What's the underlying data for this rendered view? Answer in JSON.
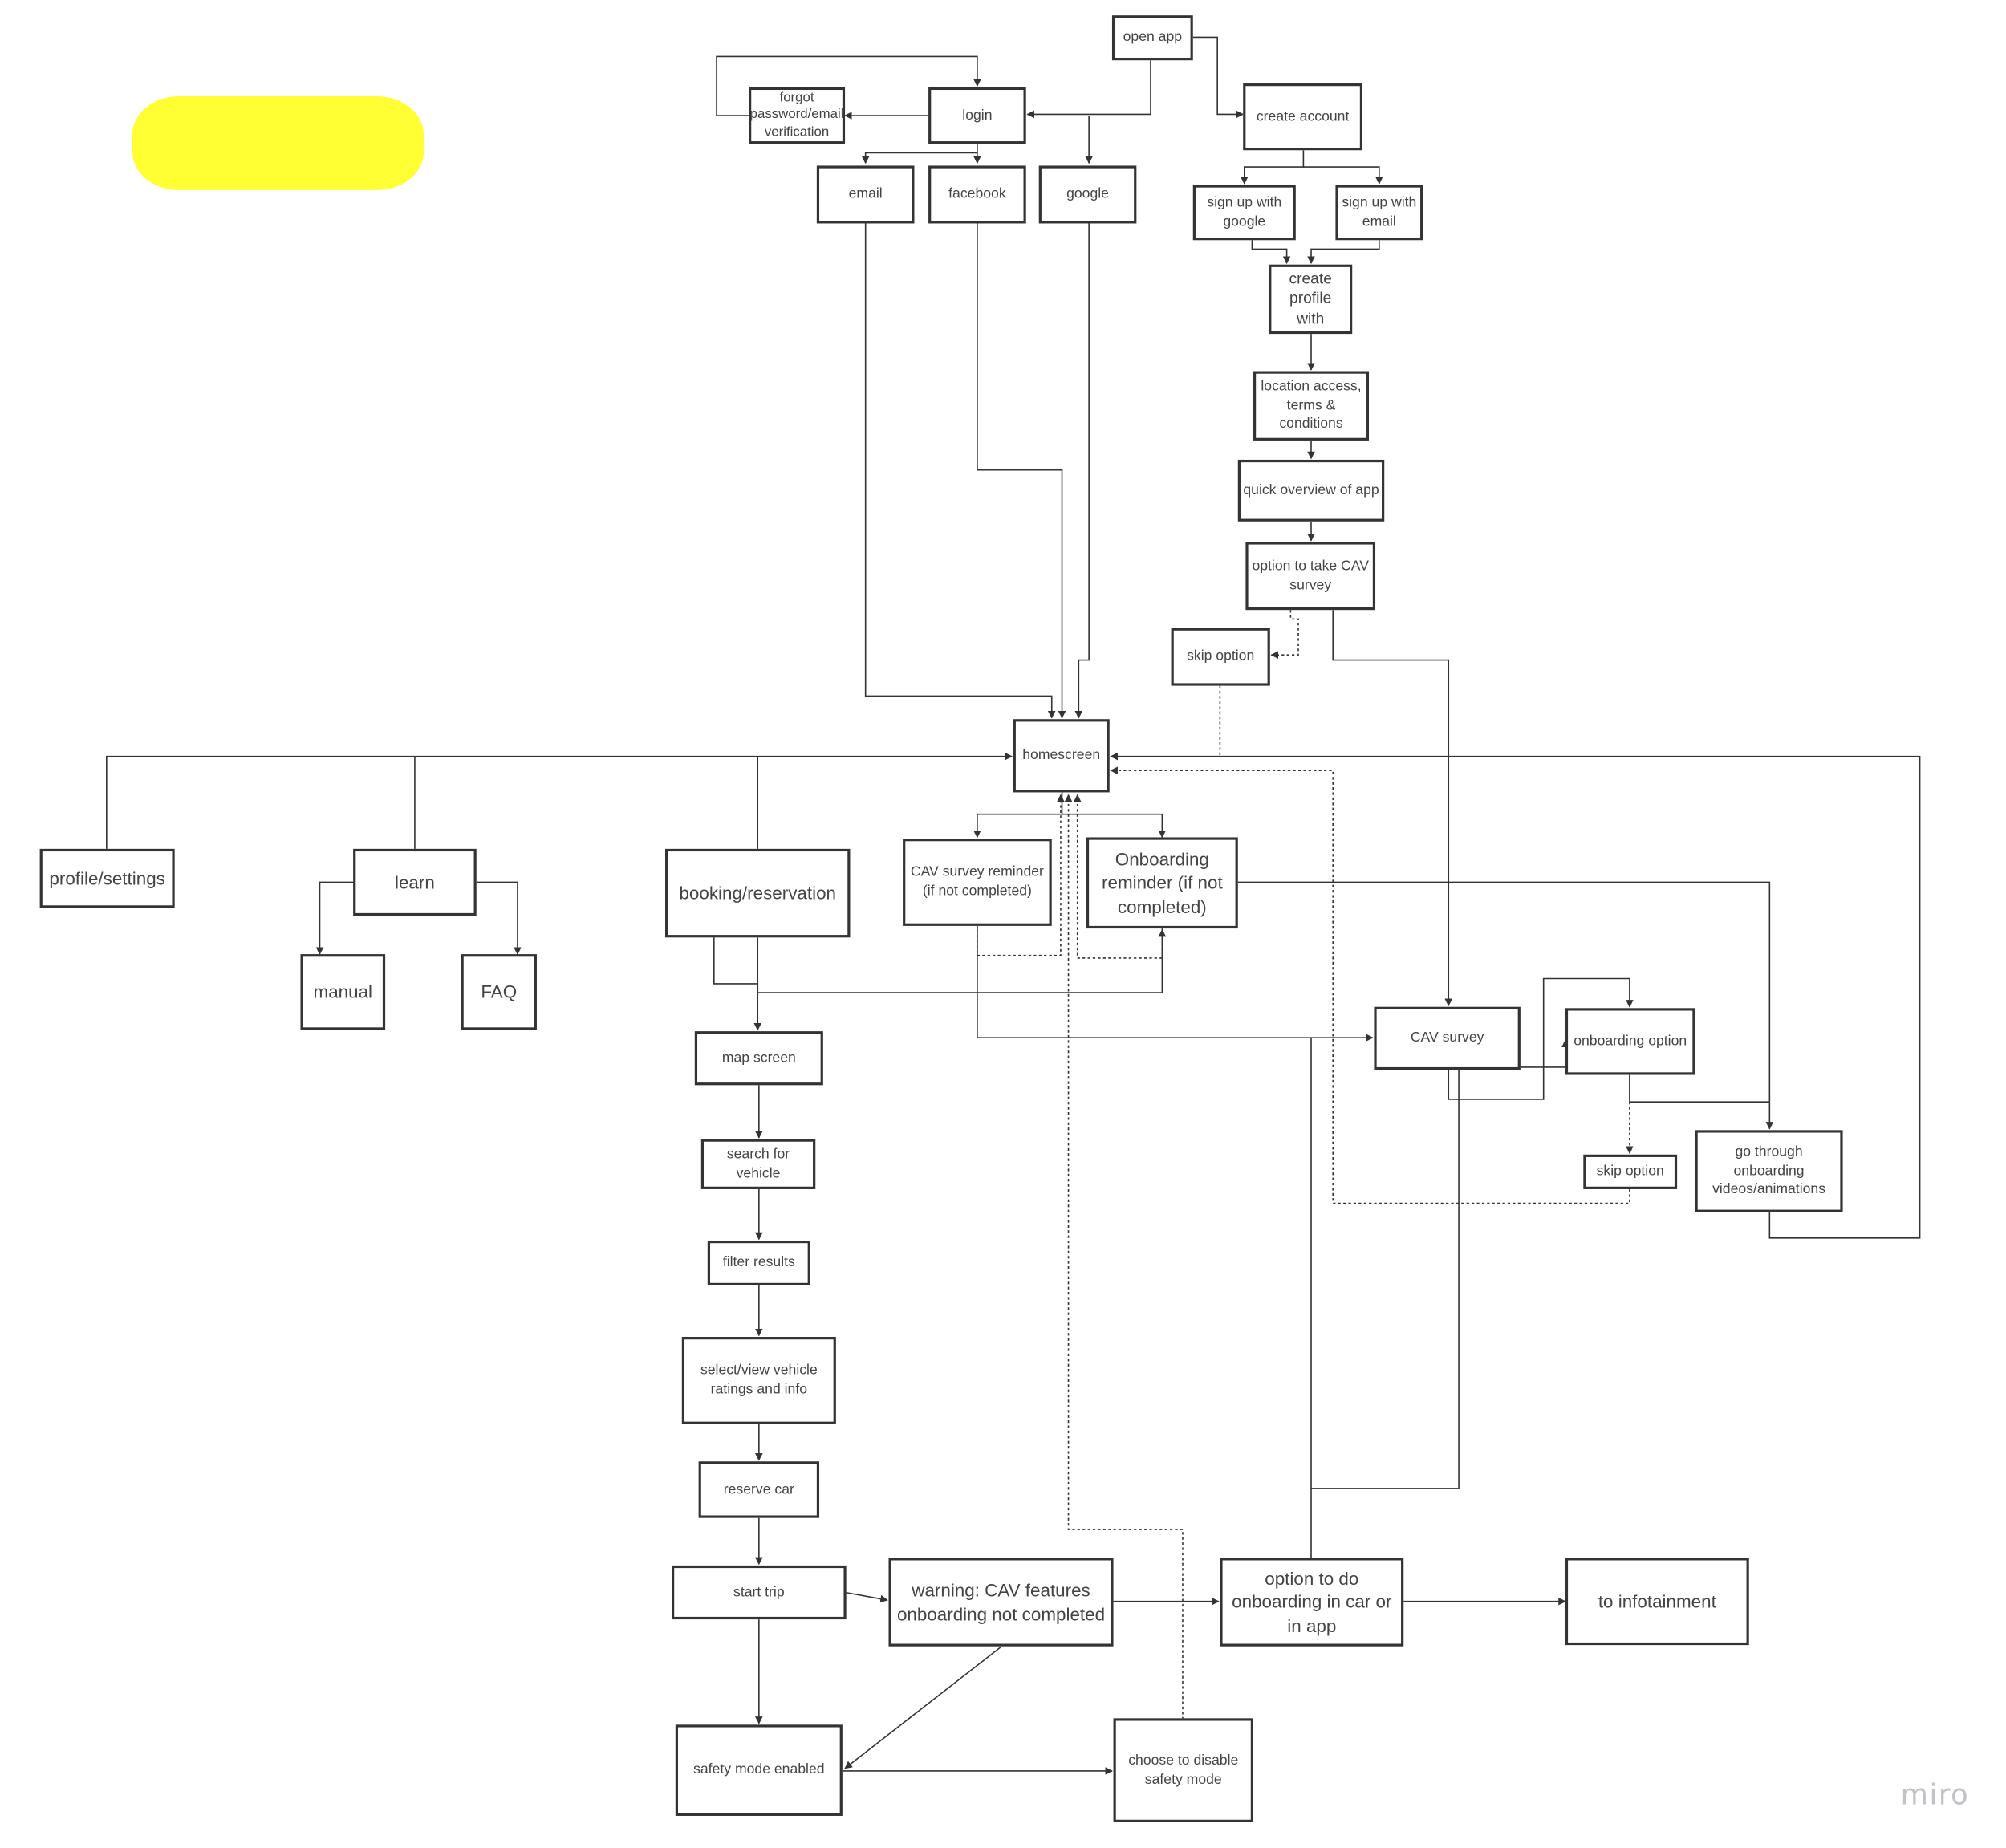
{
  "colors": {
    "highlight": "#ffff33",
    "line": "#333333",
    "text": "#444444",
    "brand": "#c2c2c8"
  },
  "brand": "miro",
  "nodes": {
    "open_app": "open app",
    "login": "login",
    "forgot_password": "forgot password/email verification",
    "create_account": "create account",
    "email": "email",
    "facebook": "facebook",
    "google": "google",
    "sign_up_google": "sign up with google",
    "sign_up_email": "sign up with email",
    "create_profile": "create profile with",
    "location_access": "location access, terms & conditions",
    "quick_overview": "quick overview of app",
    "option_cav_survey": "option to take CAV survey",
    "skip_option_top": "skip option",
    "homescreen": "homescreen",
    "profile_settings": "profile/settings",
    "learn": "learn",
    "manual": "manual",
    "faq": "FAQ",
    "booking": "booking/reservation",
    "cav_reminder": "CAV survey reminder (if not completed)",
    "onboarding_reminder": "Onboarding reminder (if not completed)",
    "cav_survey": "CAV survey",
    "onboarding_option": "onboarding option",
    "skip_option_right": "skip option",
    "go_through_onboarding": "go through onboarding videos/animations",
    "map_screen": "map screen",
    "search_vehicle": "search for vehicle",
    "filter_results": "filter results",
    "select_vehicle": "select/view vehicle ratings and info",
    "reserve_car": "reserve car",
    "start_trip": "start trip",
    "warning": "warning: CAV features onboarding not completed",
    "option_onboarding_car": "option to do onboarding in car or in app",
    "infotainment": "to infotainment",
    "safety_mode": "safety mode enabled",
    "disable_safety": "choose to disable safety mode"
  }
}
